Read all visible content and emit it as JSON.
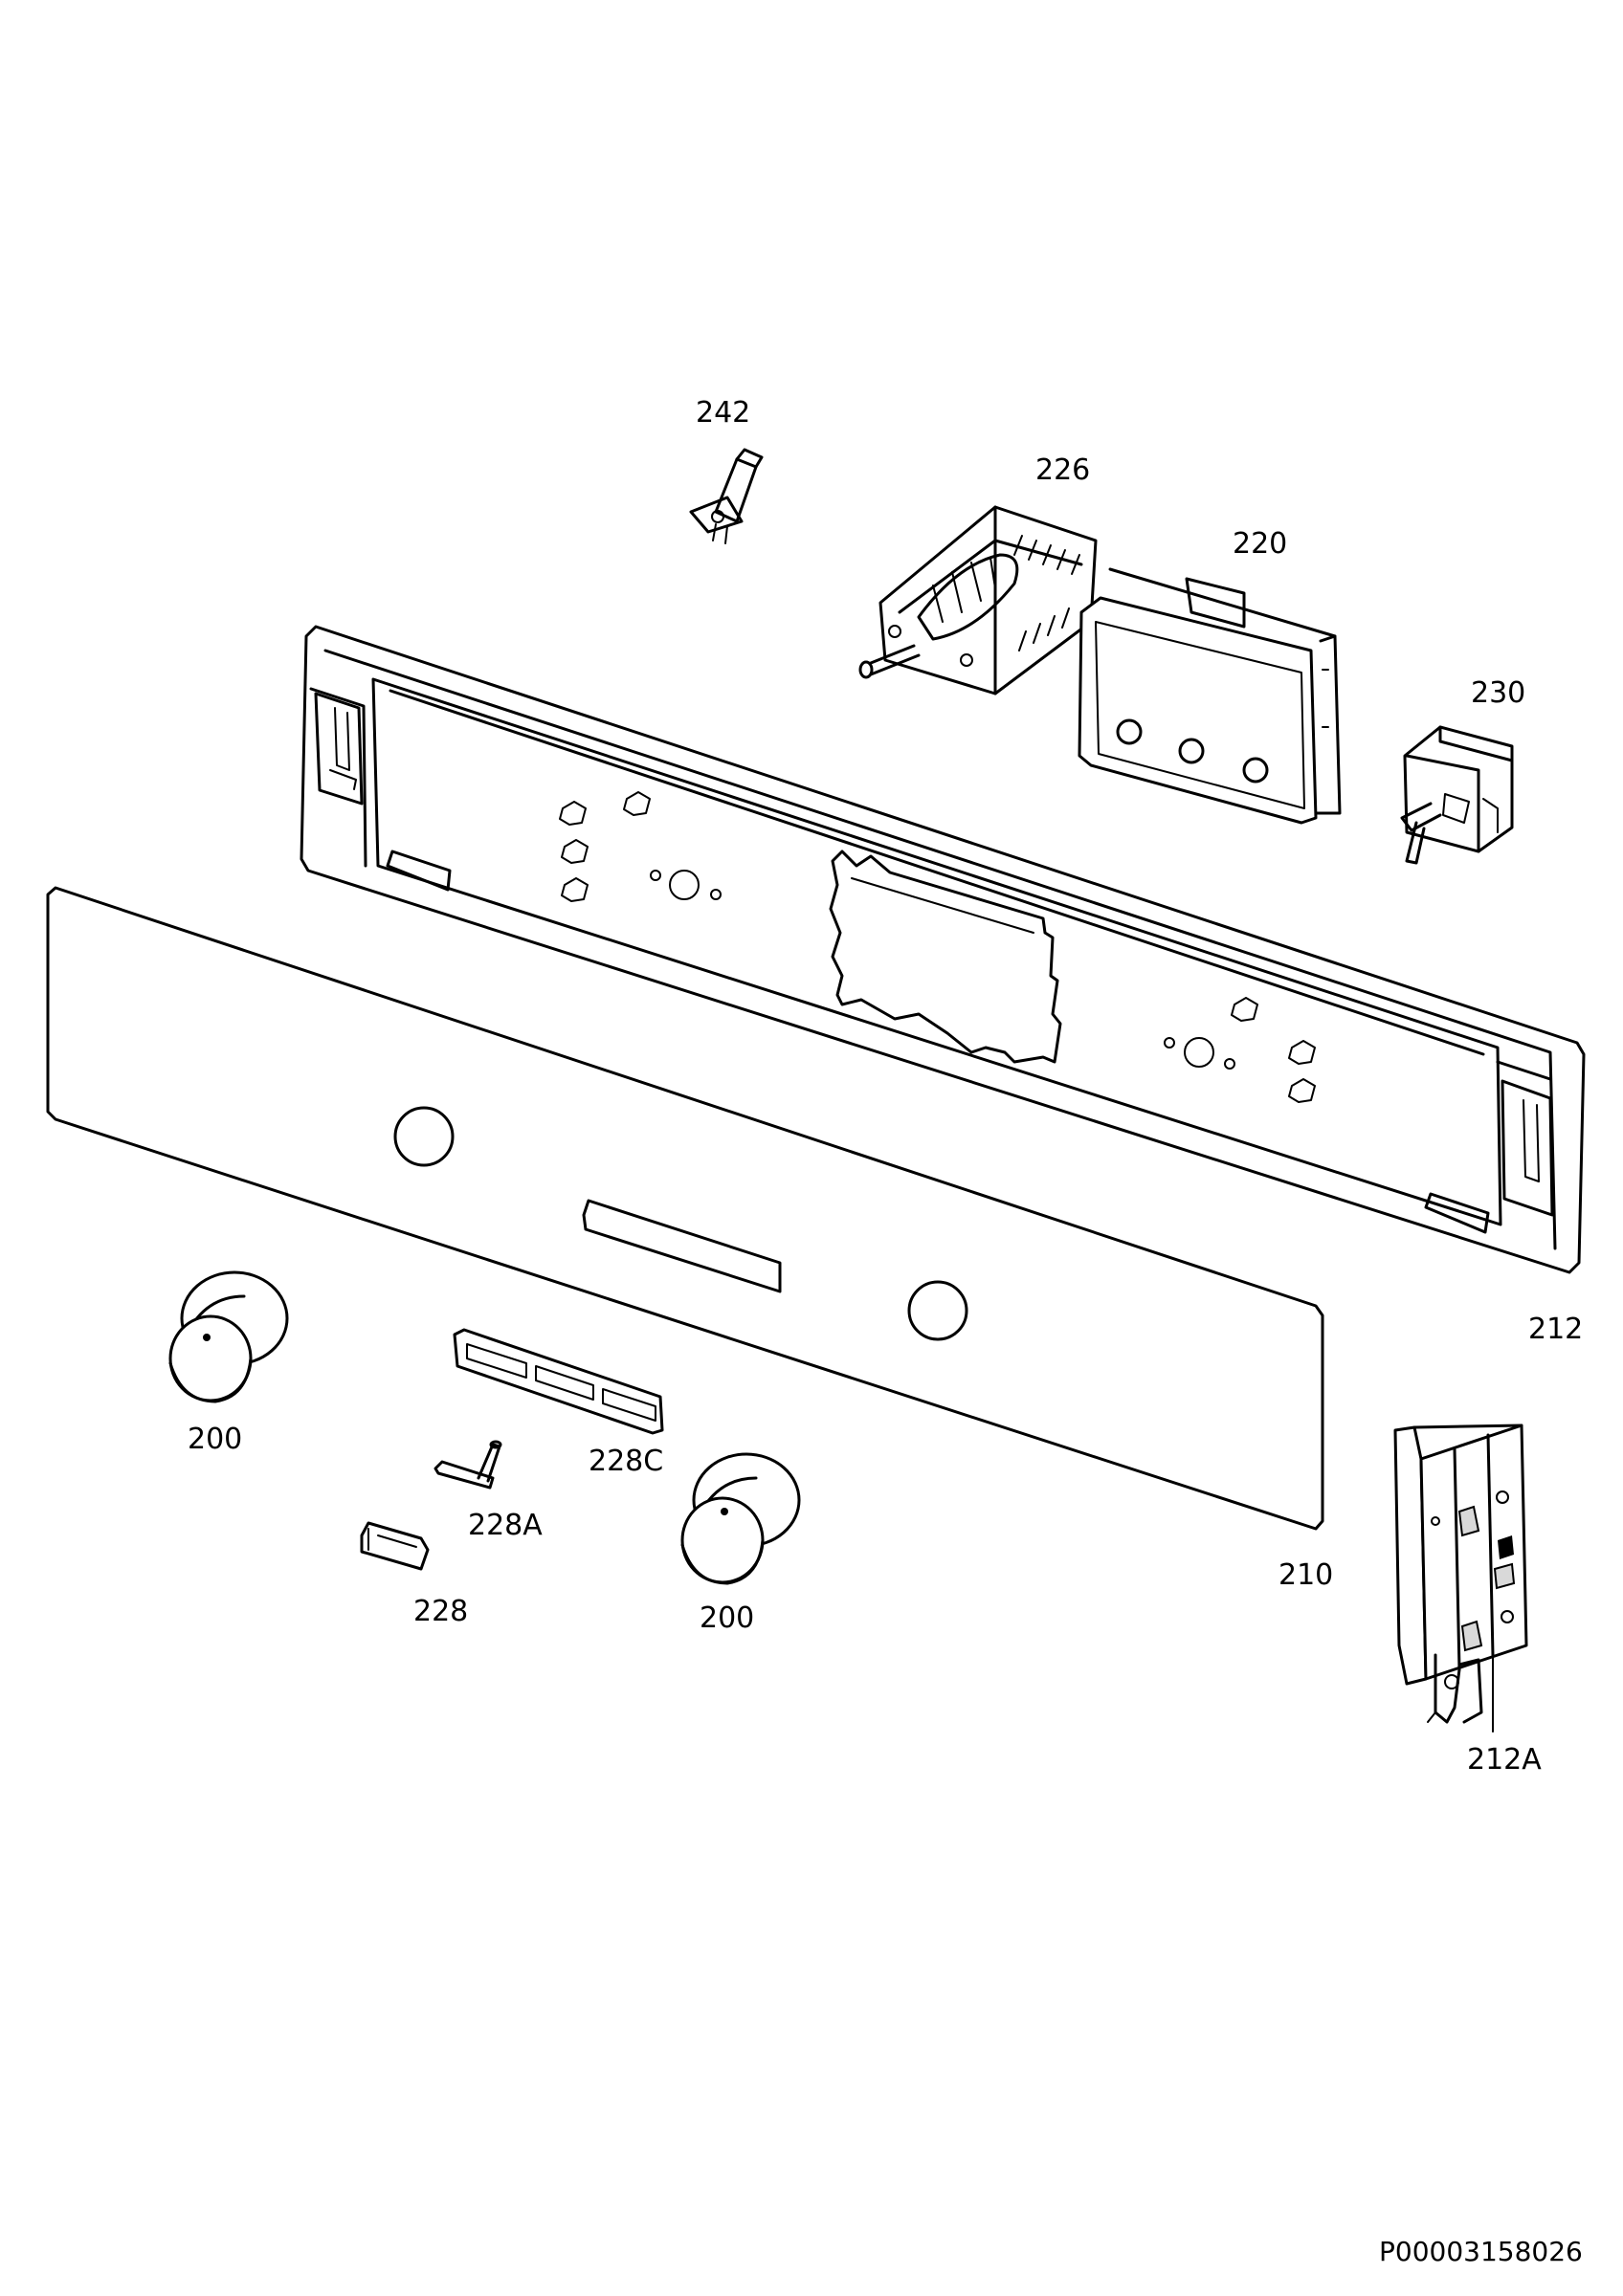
{
  "labels": {
    "p242": "242",
    "p226": "226",
    "p220": "220",
    "p230": "230",
    "p212": "212",
    "p200a": "200",
    "p228c": "228C",
    "p228a": "228A",
    "p228": "228",
    "p200b": "200",
    "p210": "210",
    "p212a": "212A"
  },
  "document_id": "P00003158026"
}
